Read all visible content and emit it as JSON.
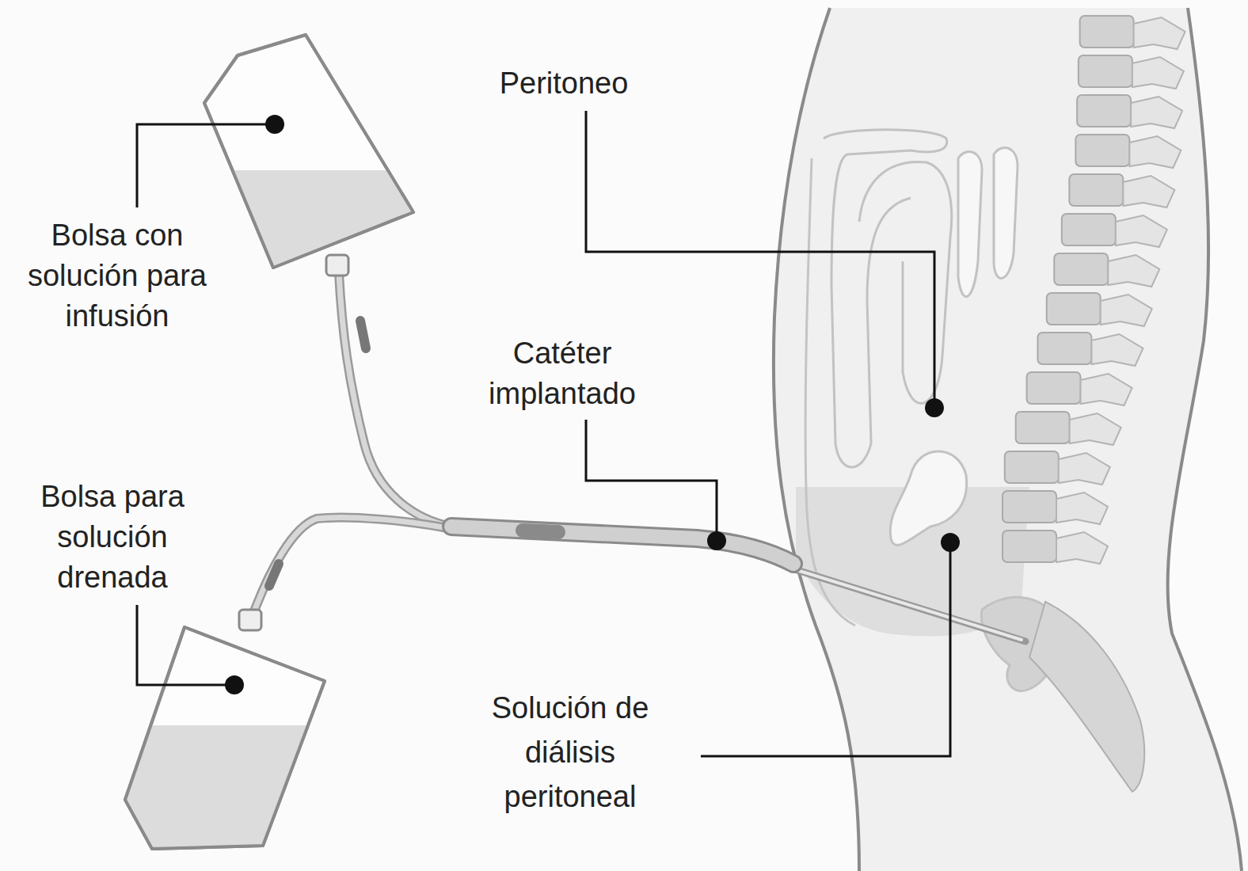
{
  "diagram": {
    "labels": [
      "Peritoneo",
      "Bolsa con solución para infusión",
      "Catéter implantado",
      "Bolsa para solución drenada",
      "Solución de diálisis peritoneal"
    ]
  }
}
